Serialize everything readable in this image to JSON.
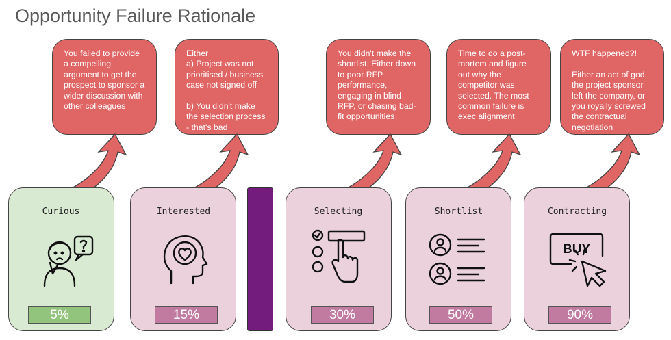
{
  "title": "Opportunity Failure Rationale",
  "stages": [
    {
      "label": "Curious",
      "percent": "5%",
      "icon": "confused-person-icon",
      "note": ""
    },
    {
      "label": "Interested",
      "percent": "15%",
      "icon": "head-heart-icon",
      "note": "You failed to provide a compelling argument to get the prospect to sponsor a wider discussion with other colleagues"
    },
    {
      "label": "Selecting",
      "percent": "30%",
      "icon": "checklist-select-icon",
      "note": "Either\na) Project was not prioritised / business case not signed off\n\nb) You didn't make the selection process - that's bad"
    },
    {
      "label": "Shortlist",
      "percent": "50%",
      "icon": "candidate-list-icon",
      "note": "You didn't make the shortlist. Either down to poor RFP performance, engaging in blind RFP, or chasing bad-fit opportunities"
    },
    {
      "label": "Contracting",
      "percent": "90%",
      "icon": "buy-click-icon",
      "note": "Time to do a post-mortem and figure out why the competitor was selected. The most common failure is exec alignment"
    }
  ],
  "final_note": "WTF happened?!\n\nEither an act of god, the project sponsor left the company, or you royally screwed the contractual negotiation",
  "colors": {
    "bubble": "#e06666",
    "green_card": "#d9ead3",
    "pink_card": "#ead1dc",
    "divider": "#741b7e",
    "pct_green": "#93c47d",
    "pct_pink": "#c27ba0"
  }
}
